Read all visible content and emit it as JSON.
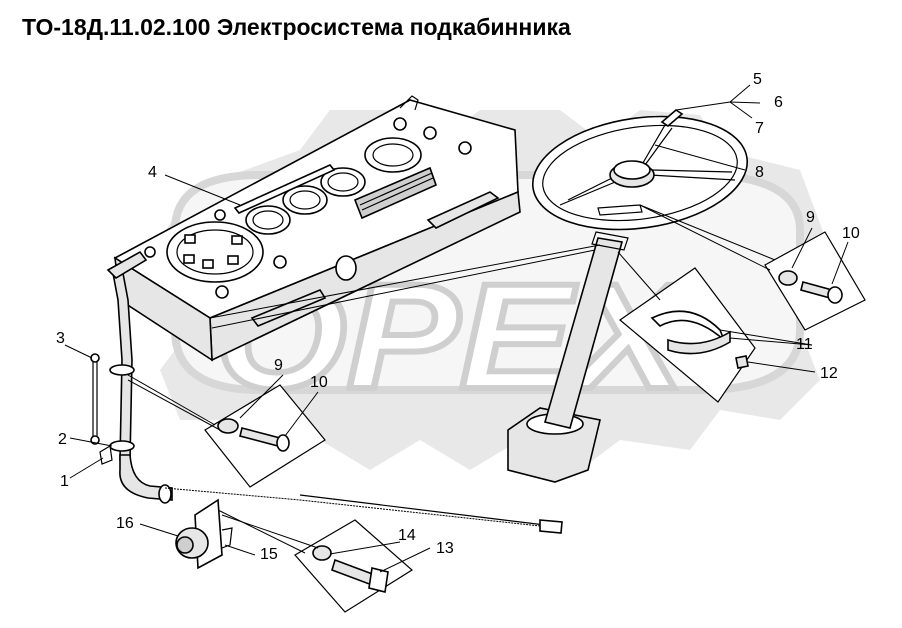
{
  "title": "ТО-18Д.11.02.100 Электросистема подкабинника",
  "watermark": {
    "text": "OPEX",
    "color": "#c8c8c8"
  },
  "callouts": [
    {
      "id": "1",
      "label": "1"
    },
    {
      "id": "2",
      "label": "2"
    },
    {
      "id": "3",
      "label": "3"
    },
    {
      "id": "4",
      "label": "4"
    },
    {
      "id": "5",
      "label": "5"
    },
    {
      "id": "6",
      "label": "6"
    },
    {
      "id": "7",
      "label": "7"
    },
    {
      "id": "8",
      "label": "8"
    },
    {
      "id": "9a",
      "label": "9"
    },
    {
      "id": "10a",
      "label": "10"
    },
    {
      "id": "9b",
      "label": "9"
    },
    {
      "id": "10b",
      "label": "10"
    },
    {
      "id": "11",
      "label": "11"
    },
    {
      "id": "12",
      "label": "12"
    },
    {
      "id": "13",
      "label": "13"
    },
    {
      "id": "14",
      "label": "14"
    },
    {
      "id": "15",
      "label": "15"
    },
    {
      "id": "16",
      "label": "16"
    }
  ]
}
